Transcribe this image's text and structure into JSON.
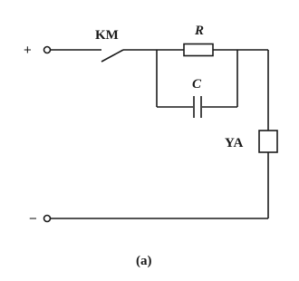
{
  "diagram": {
    "plus_sign": "+",
    "minus_sign": "−",
    "switch_label": "KM",
    "resistor_label": "R",
    "capacitor_label": "C",
    "coil_label": "YA",
    "caption": "(a)"
  },
  "icons": {
    "switch": "switch-icon",
    "resistor": "resistor-icon",
    "capacitor": "capacitor-icon",
    "coil": "coil-icon",
    "terminal": "terminal-icon"
  },
  "colors": {
    "line": "#1a1a1a",
    "background": "#ffffff"
  }
}
